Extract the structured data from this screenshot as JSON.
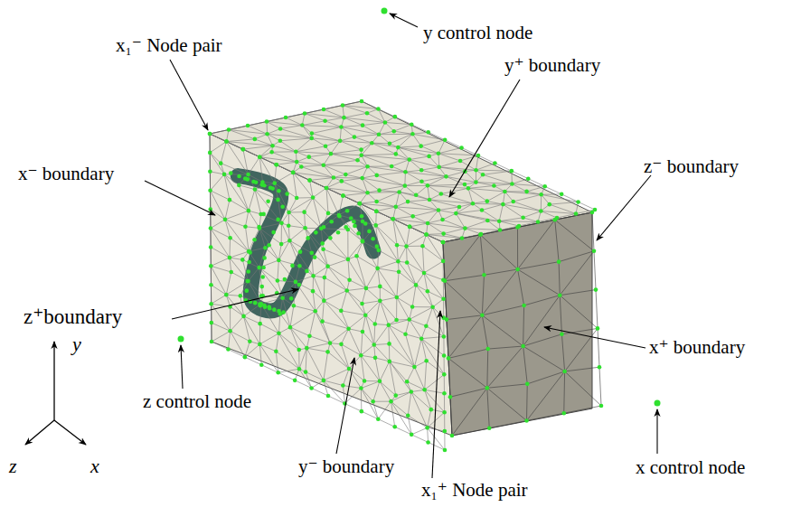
{
  "diagram": {
    "labels": [
      "y control node",
      "x₁⁻ Node pair",
      "y⁺ boundary",
      "z⁻ boundary",
      "x⁻ boundary",
      "z⁺boundary",
      "x⁺ boundary",
      "z control node",
      "y⁻ boundary",
      "x₁⁺ Node pair",
      "x control node",
      "y",
      "z",
      "x"
    ]
  }
}
